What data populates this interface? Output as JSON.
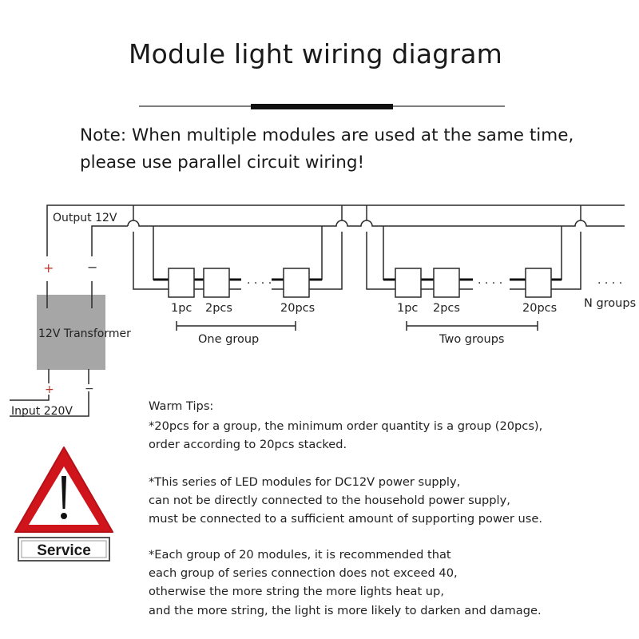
{
  "title": "Module light wiring diagram",
  "note": {
    "line1": "Note: When multiple modules are used at the same time,",
    "line2": "please use parallel circuit wiring!"
  },
  "diagram": {
    "output_label": "Output 12V",
    "input_label": "Input 220V",
    "transformer_label": "12V Transformer",
    "plus_symbol": "+",
    "minus_symbol": "−",
    "ellipsis": "· · · ·",
    "groups": [
      {
        "module_labels": [
          "1pc",
          "2pcs",
          "20pcs"
        ],
        "group_label": "One group"
      },
      {
        "module_labels": [
          "1pc",
          "2pcs",
          "20pcs"
        ],
        "group_label": "Two groups"
      }
    ],
    "n_groups_label": "N groups",
    "colors": {
      "wire": "#2a2a2a",
      "transformer_fill": "#a6a6a6",
      "polarity_plus": "#c0392b"
    }
  },
  "warning_sign": {
    "icon": "warning-triangle-icon",
    "label": "Service",
    "colors": {
      "border": "#d0141c",
      "symbol": "#111111"
    }
  },
  "warm_tips": {
    "heading": "Warm Tips:",
    "lines": [
      "*20pcs for a group, the minimum order quantity is a group (20pcs),",
      "order according to 20pcs stacked.",
      "*This series of LED modules for DC12V power supply,",
      "can not be directly connected to the household power supply,",
      "must be connected to a sufficient amount of supporting power use.",
      "*Each group of 20 modules, it is recommended that",
      "each group of series connection does not exceed 40,",
      "otherwise the more string the more lights heat up,",
      "and the more string, the light is more likely to darken and damage."
    ]
  }
}
